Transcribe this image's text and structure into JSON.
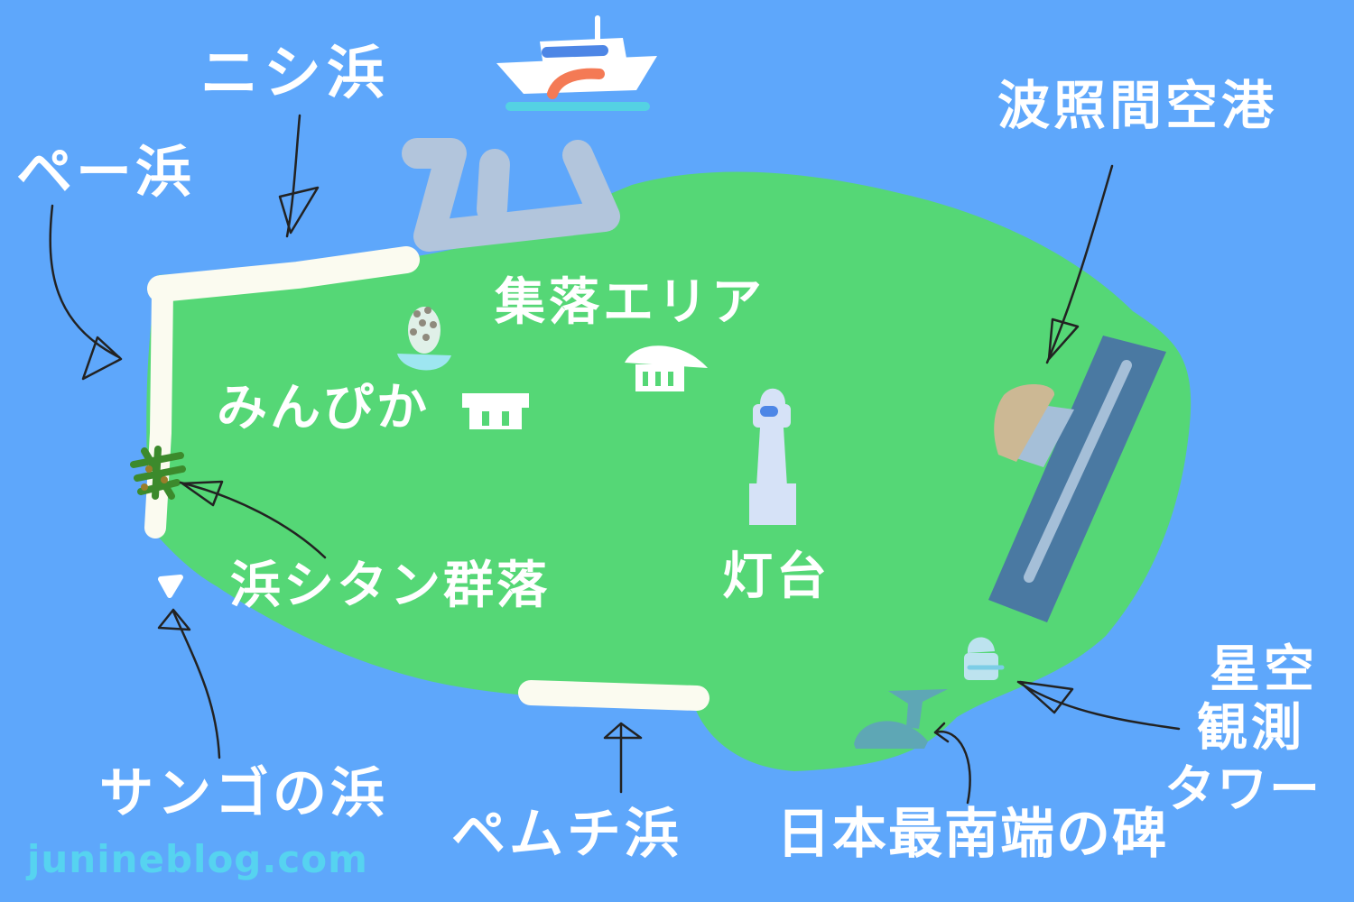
{
  "labels": {
    "nishi_hama": "ニシ浜",
    "pe_hama": "ペー浜",
    "airport": "波照間空港",
    "village_area": "集落エリア",
    "minpika": "みんぴか",
    "hamasitan": "浜シタン群落",
    "lighthouse": "灯台",
    "tower_line1": "星空",
    "tower_line2": "観測",
    "tower_line3": "タワー",
    "sango_hama": "サンゴの浜",
    "pemuchi_hama": "ペムチ浜",
    "southmost_monument": "日本最南端の碑"
  },
  "watermark": "junineblog.com",
  "colors": {
    "sea": "#5ea7fb",
    "island": "#55d776",
    "beach": "#fbfbf0",
    "port": "#b2c5dc",
    "runway": "#4a79a2",
    "runway_line": "#a5bfd8",
    "terminal": "#ccb894",
    "lighthouse": "#d6e2f7",
    "ship_accent": "#f47a55",
    "watermark": "#56d3f0",
    "arrow": "#222222"
  },
  "icons": [
    "ferry-icon",
    "port-pier-icon",
    "lighthouse-icon",
    "house-icon",
    "shop-icon",
    "shaved-ice-icon",
    "tree-icon",
    "monument-icon",
    "tower-icon",
    "airport-terminal-icon"
  ]
}
